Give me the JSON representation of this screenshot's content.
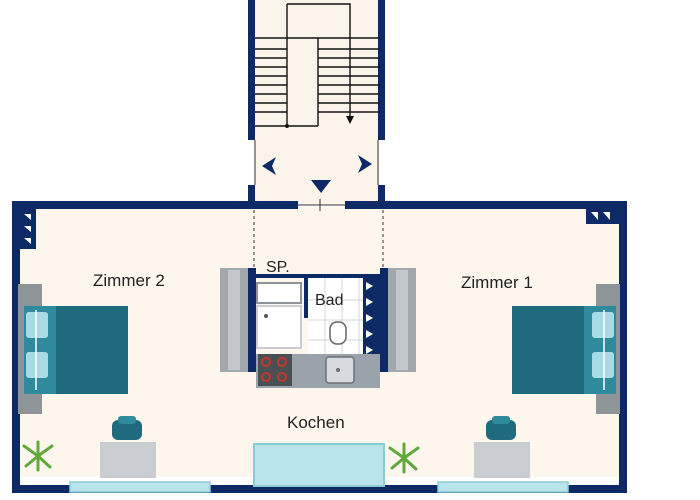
{
  "colors": {
    "wall": "#0d2a66",
    "floor": "#fdf6ec",
    "stair_floor": "#fbf4ea",
    "tile": "#ffffff",
    "tile_line": "#d0d6de",
    "bed": "#2e8a9c",
    "bed_dark": "#1f6b7d",
    "pillow": "#a9dbe6",
    "frame": "#8f9499",
    "desk": "#c9cdd1",
    "chair": "#1f6b7d",
    "window": "#b8e4ea",
    "plant": "#5fa83a",
    "counter": "#9aa3ab"
  },
  "icons": [
    "stair-arrow-icon",
    "direction-arrow-icon",
    "radiator-icon",
    "bed-icon",
    "plant-icon",
    "desk-chair-icon",
    "stove-icon",
    "sink-icon",
    "toilet-icon",
    "shower-icon",
    "wardrobe-icon"
  ],
  "rooms": {
    "zimmer2": "Zimmer 2",
    "zimmer1": "Zimmer 1",
    "bad": "Bad",
    "kochen": "Kochen",
    "sp": "SP."
  }
}
